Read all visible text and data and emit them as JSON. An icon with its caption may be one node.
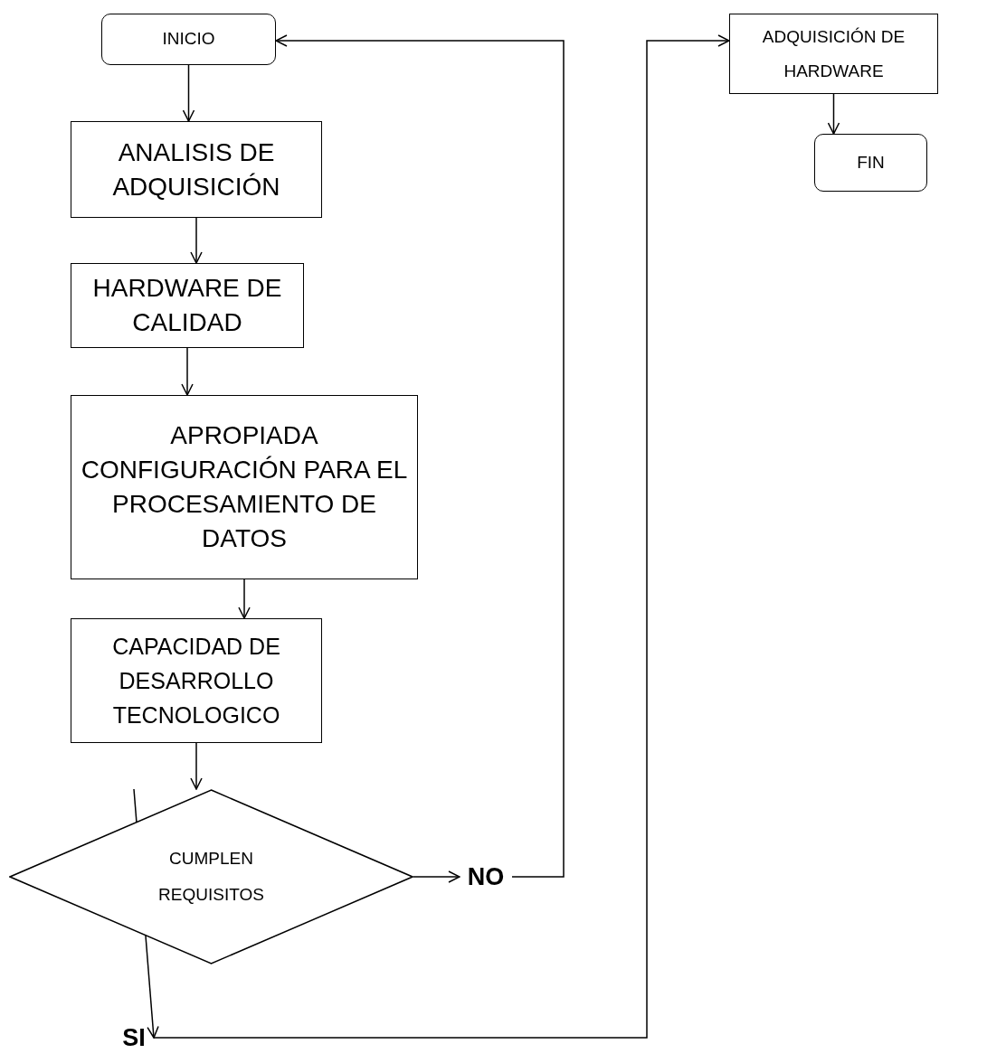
{
  "diagram": {
    "nodes": [
      {
        "text": [
          "INICIO"
        ]
      },
      {
        "text": [
          "ANALISIS DE ADQUISICIÓN"
        ]
      },
      {
        "text": [
          "HARDWARE DE CALIDAD"
        ]
      },
      {
        "text": [
          "APROPIADA CONFIGURACIÓN PARA EL PROCESAMIENTO DE DATOS"
        ]
      },
      {
        "text": [
          "CAPACIDAD DE DESARROLLO TECNOLOGICO"
        ]
      },
      {
        "text": [
          "CUMPLEN REQUISITOS"
        ]
      },
      {
        "text": [
          "NO"
        ]
      },
      {
        "text": [
          "SI"
        ]
      },
      {
        "text": [
          "ADQUISICIÓN DE HARDWARE"
        ]
      },
      {
        "text": [
          "FIN"
        ]
      }
    ],
    "edges": [
      {
        "from": 0,
        "to": 1,
        "arrow": "to"
      },
      {
        "from": 1,
        "to": 2,
        "arrow": "to"
      },
      {
        "from": 2,
        "to": 3,
        "arrow": "to"
      },
      {
        "from": 3,
        "to": 4,
        "arrow": "to"
      },
      {
        "from": 4,
        "to": 5,
        "arrow": "to"
      },
      {
        "from": 5,
        "to": 6,
        "arrow": "to"
      },
      {
        "from": 6,
        "to": 0,
        "arrow": "to"
      },
      {
        "from": 5,
        "to": 7,
        "arrow": "to"
      },
      {
        "from": 7,
        "to": 8,
        "arrow": "to"
      },
      {
        "from": 8,
        "to": 9,
        "arrow": "to"
      }
    ]
  }
}
